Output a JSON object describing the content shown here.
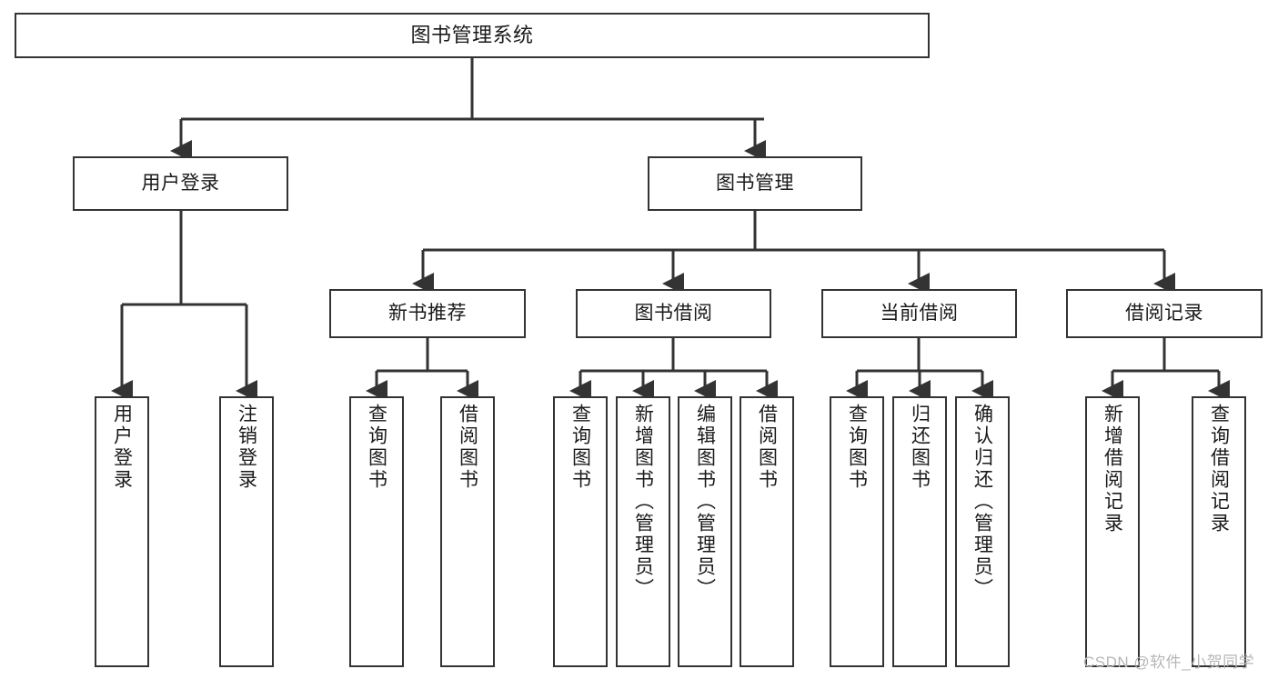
{
  "diagram": {
    "title": "图书管理系统",
    "type": "function-structure-tree",
    "background_color": "#ffffff",
    "box_border_color": "#333333",
    "edge_color": "#333333",
    "text_color": "#1a1a1a"
  },
  "root": {
    "label": "图书管理系统"
  },
  "level1": [
    {
      "label": "用户登录"
    },
    {
      "label": "图书管理"
    }
  ],
  "level2": [
    {
      "label": "新书推荐"
    },
    {
      "label": "图书借阅"
    },
    {
      "label": "当前借阅"
    },
    {
      "label": "借阅记录"
    }
  ],
  "leaves": {
    "user_login": [
      {
        "label": "用户登录"
      },
      {
        "label": "注销登录"
      }
    ],
    "new_book_recommend": [
      {
        "label": "查询图书"
      },
      {
        "label": "借阅图书"
      }
    ],
    "book_borrow": [
      {
        "label": "查询图书"
      },
      {
        "label": "新增图书（管理员）"
      },
      {
        "label": "编辑图书（管理员）"
      },
      {
        "label": "借阅图书"
      }
    ],
    "current_borrow": [
      {
        "label": "查询图书"
      },
      {
        "label": "归还图书"
      },
      {
        "label": "确认归还（管理员）"
      }
    ],
    "borrow_record": [
      {
        "label": "新增借阅记录"
      },
      {
        "label": "查询借阅记录"
      }
    ]
  },
  "watermark": {
    "text": "CSDN @软件_小贺同学",
    "color": "#b6b6b6"
  }
}
